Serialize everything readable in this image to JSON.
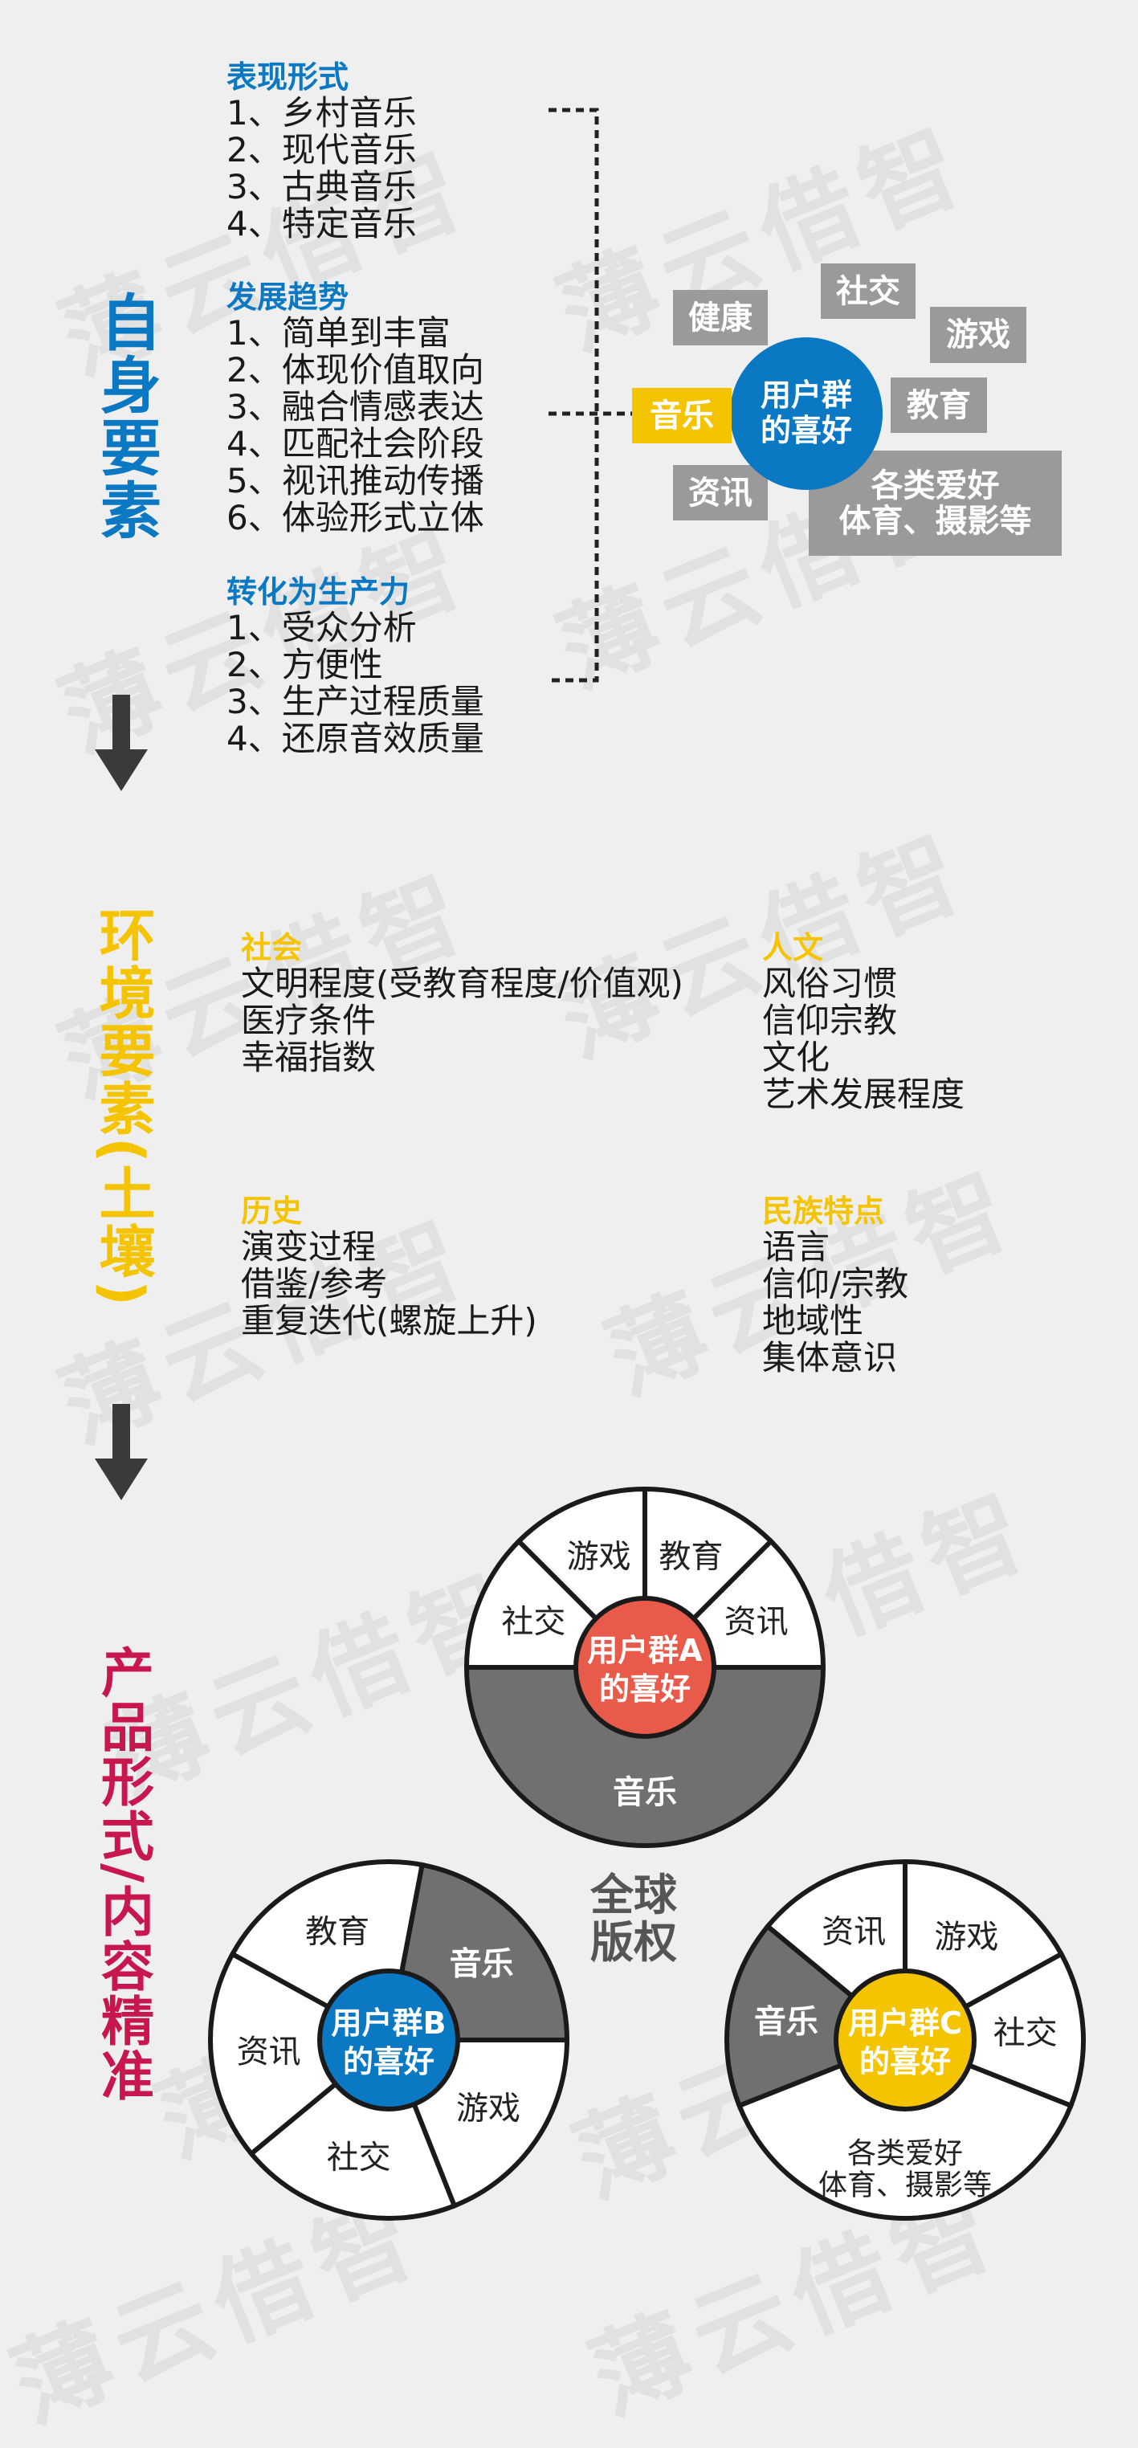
{
  "watermark": "薄云借智",
  "colors": {
    "blue": "#0a78c2",
    "yellow": "#f5c400",
    "crimson": "#c8174f",
    "gray_box": "#9a9a9a",
    "dark_segment": "#707070",
    "arrow": "#3a3a3a",
    "red": "#e85a4a"
  },
  "section1": {
    "title": "自身要素",
    "groups": [
      {
        "header": "表现形式",
        "items": [
          "1、乡村音乐",
          "2、现代音乐",
          "3、古典音乐",
          "4、特定音乐"
        ]
      },
      {
        "header": "发展趋势",
        "items": [
          "1、简单到丰富",
          "2、体现价值取向",
          "3、融合情感表达",
          "4、匹配社会阶段",
          "5、视讯推动传播",
          "6、体验形式立体"
        ]
      },
      {
        "header": "转化为生产力",
        "items": [
          "1、受众分析",
          "2、方便性",
          "3、生产过程质量",
          "4、还原音效质量"
        ]
      }
    ],
    "cluster": {
      "center": "用户群的喜好",
      "center_lines": [
        "用户群",
        "的喜好"
      ],
      "highlight": "音乐",
      "tags": [
        "健康",
        "社交",
        "游戏",
        "教育",
        "资讯"
      ],
      "hobbies_lines": [
        "各类爱好",
        "体育、摄影等"
      ]
    }
  },
  "section2": {
    "title": "环境要素(土壤)",
    "groups": [
      {
        "header": "社会",
        "items": [
          "文明程度(受教育程度/价值观)",
          "医疗条件",
          "幸福指数"
        ]
      },
      {
        "header": "人文",
        "items": [
          "风俗习惯",
          "信仰宗教",
          "文化",
          "艺术发展程度"
        ]
      },
      {
        "header": "历史",
        "items": [
          "演变过程",
          "借鉴/参考",
          "重复迭代(螺旋上升)"
        ]
      },
      {
        "header": "民族特点",
        "items": [
          "语言",
          "信仰/宗教",
          "地域性",
          "集体意识"
        ]
      }
    ]
  },
  "section3": {
    "title": "产品形式/内容精准",
    "copyright_lines": [
      "全球",
      "版权"
    ],
    "pies": [
      {
        "id": "A",
        "center_lines": [
          "用户群A",
          "的喜好"
        ],
        "center_color": "#e85a4a",
        "segments": [
          {
            "label": "音乐",
            "start": 0.25,
            "end": 0.75,
            "highlight": true
          },
          {
            "label": "社交",
            "start": 0.75,
            "end": 0.875
          },
          {
            "label": "游戏",
            "start": 0.875,
            "end": 1.0
          },
          {
            "label": "教育",
            "start": 0.0,
            "end": 0.125
          },
          {
            "label": "资讯",
            "start": 0.125,
            "end": 0.25
          }
        ]
      },
      {
        "id": "B",
        "center_lines": [
          "用户群B",
          "的喜好"
        ],
        "center_color": "#0a78c2",
        "segments": [
          {
            "label": "音乐",
            "start": 0.03,
            "end": 0.25,
            "highlight": true
          },
          {
            "label": "游戏",
            "start": 0.25,
            "end": 0.44
          },
          {
            "label": "社交",
            "start": 0.44,
            "end": 0.64
          },
          {
            "label": "资讯",
            "start": 0.64,
            "end": 0.83
          },
          {
            "label": "教育",
            "start": 0.83,
            "end": 1.03
          }
        ]
      },
      {
        "id": "C",
        "center_lines": [
          "用户群C",
          "的喜好"
        ],
        "center_color": "#f5c400",
        "segments": [
          {
            "label": "游戏",
            "start": 0.0,
            "end": 0.17
          },
          {
            "label": "社交",
            "start": 0.17,
            "end": 0.31
          },
          {
            "label": "各类爱好\n体育、摄影等",
            "start": 0.31,
            "end": 0.69
          },
          {
            "label": "音乐",
            "start": 0.69,
            "end": 0.86,
            "highlight": true
          },
          {
            "label": "资讯",
            "start": 0.86,
            "end": 1.0
          }
        ]
      }
    ]
  }
}
